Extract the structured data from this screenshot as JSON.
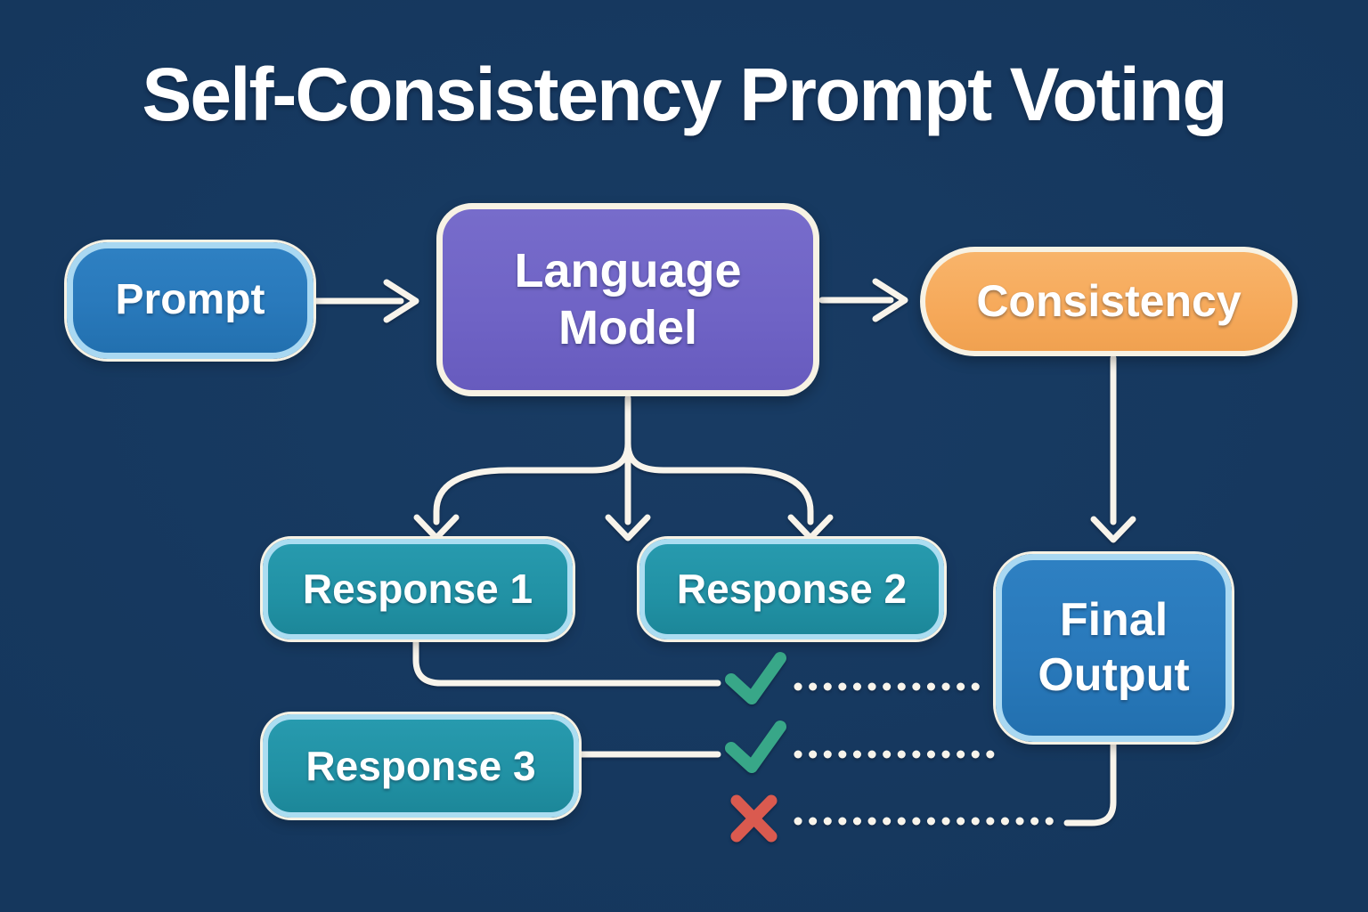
{
  "title": "Self-Consistency Prompt Voting",
  "colors": {
    "background": "#15375D",
    "node_blue": "#2979BB",
    "node_blue_border": "#A9D8F2",
    "node_purple": "#6F63C5",
    "node_orange": "#F6A95A",
    "node_teal": "#2191A4",
    "node_teal_border": "#ABDDF1",
    "cream_border": "#F7F2E4",
    "connector": "#F8F4EB",
    "check_green": "#38A788",
    "cross_red": "#DA5A4F",
    "text": "#FFFFFF"
  },
  "nodes": {
    "prompt": {
      "label": "Prompt"
    },
    "language_model": {
      "label": "Language Model"
    },
    "consistency": {
      "label": "Consistency"
    },
    "response_1": {
      "label": "Response 1"
    },
    "response_2": {
      "label": "Response 2"
    },
    "response_3": {
      "label": "Response 3"
    },
    "final_output": {
      "label": "Final Output"
    }
  },
  "votes": [
    {
      "mark": "check"
    },
    {
      "mark": "check"
    },
    {
      "mark": "cross"
    }
  ]
}
